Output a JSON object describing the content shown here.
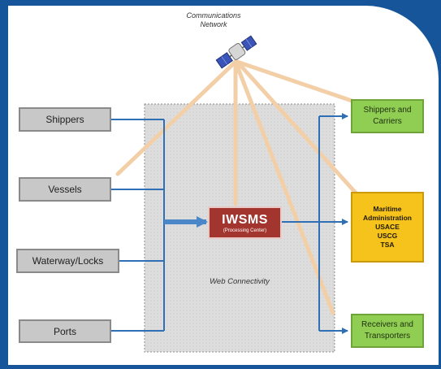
{
  "network": {
    "line1": "Communications",
    "line2": "Network"
  },
  "sources": [
    {
      "label": "Shippers"
    },
    {
      "label": "Vessels"
    },
    {
      "label": "Waterway/Locks"
    },
    {
      "label": "Ports"
    }
  ],
  "hub": {
    "title": "IWSMS",
    "subtitle": "(Processing Center)"
  },
  "web": "Web Connectivity",
  "destinations": [
    {
      "line1": "Shippers and",
      "line2": "Carriers"
    },
    {
      "lines": [
        "Maritime",
        "Administration",
        "USACE",
        "USCG",
        "TSA"
      ]
    },
    {
      "line1": "Receivers and",
      "line2": "Transporters"
    }
  ],
  "colors": {
    "border": "#17559a",
    "connector": "#2e6fb5",
    "beam": "#f3cfa8",
    "hub": "#a3352f",
    "green": "#8fce52",
    "yellow": "#f6c21c",
    "source": "#c8c8c8"
  },
  "icons": {
    "satellite": "satellite-icon"
  }
}
